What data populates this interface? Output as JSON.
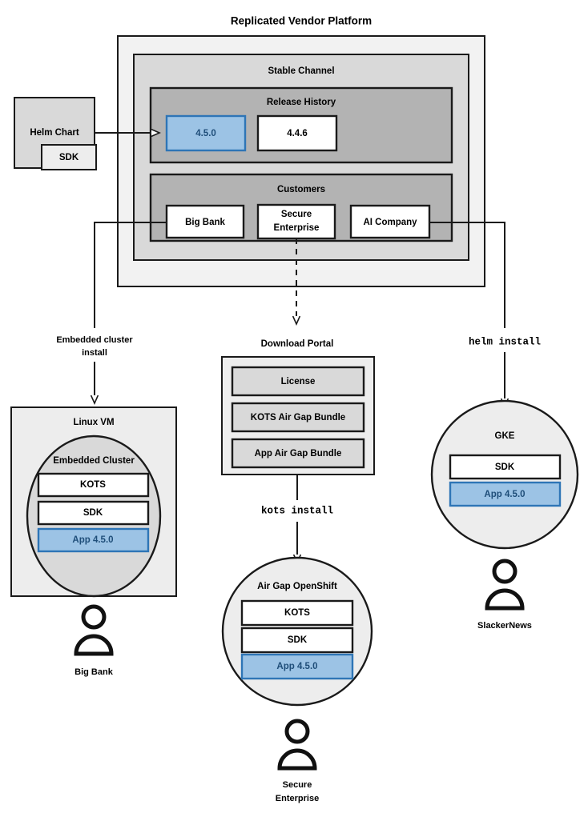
{
  "diagram": {
    "title": "Replicated Vendor Platform",
    "source": {
      "helm_chart_label": "Helm Chart",
      "sdk_label": "SDK"
    },
    "platform": {
      "channel_label": "Stable Channel",
      "release_history": {
        "label": "Release History",
        "releases": [
          {
            "version": "4.5.0",
            "state": "current",
            "color": "#9CC3E5"
          },
          {
            "version": "4.4.6",
            "state": "previous",
            "color": "#FFFFFF"
          }
        ]
      },
      "customers": {
        "label": "Customers",
        "items": [
          {
            "name": "Big Bank"
          },
          {
            "name": "Secure",
            "name_line2": "Enterprise"
          },
          {
            "name": "AI Company"
          }
        ]
      }
    },
    "install_paths": [
      {
        "id": "embedded",
        "label_line1": "Embedded cluster",
        "label_line2": "install",
        "style": "sans"
      },
      {
        "id": "kots",
        "label_line1": "kots install",
        "style": "mono"
      },
      {
        "id": "helm",
        "label_line1": "helm install",
        "style": "mono"
      }
    ],
    "download_portal": {
      "label": "Download Portal",
      "artifacts": [
        {
          "name": "License"
        },
        {
          "name": "KOTS Air Gap Bundle"
        },
        {
          "name": "App Air Gap Bundle"
        }
      ]
    },
    "targets": [
      {
        "id": "linux-vm",
        "label": "Linux VM",
        "shape": "rect",
        "inner_label": "Embedded Cluster",
        "components": [
          {
            "name": "KOTS",
            "kind": "white"
          },
          {
            "name": "SDK",
            "kind": "white"
          },
          {
            "name": "App 4.5.0",
            "kind": "blue"
          }
        ]
      },
      {
        "id": "air-gap-openshift",
        "label": "Air Gap OpenShift",
        "shape": "circle",
        "components": [
          {
            "name": "KOTS",
            "kind": "white"
          },
          {
            "name": "SDK",
            "kind": "white"
          },
          {
            "name": "App 4.5.0",
            "kind": "blue"
          }
        ]
      },
      {
        "id": "gke",
        "label": "GKE",
        "shape": "circle",
        "components": [
          {
            "name": "SDK",
            "kind": "white"
          },
          {
            "name": "App 4.5.0",
            "kind": "blue"
          }
        ]
      }
    ],
    "actors": [
      {
        "id": "big-bank",
        "label_line1": "Big Bank"
      },
      {
        "id": "secure-enterprise",
        "label_line1": "Secure",
        "label_line2": "Enterprise"
      },
      {
        "id": "slackernews",
        "label_line1": "SlackerNews"
      }
    ],
    "colors": {
      "accent_blue_fill": "#9CC3E5",
      "accent_blue_stroke": "#2E75B6",
      "accent_blue_text": "#1F4E79",
      "outer_bg": "#F2F2F2",
      "channel_bg": "#D9D9D9",
      "group_bg": "#B3B3B3",
      "stroke": "#1A1A1A"
    }
  }
}
